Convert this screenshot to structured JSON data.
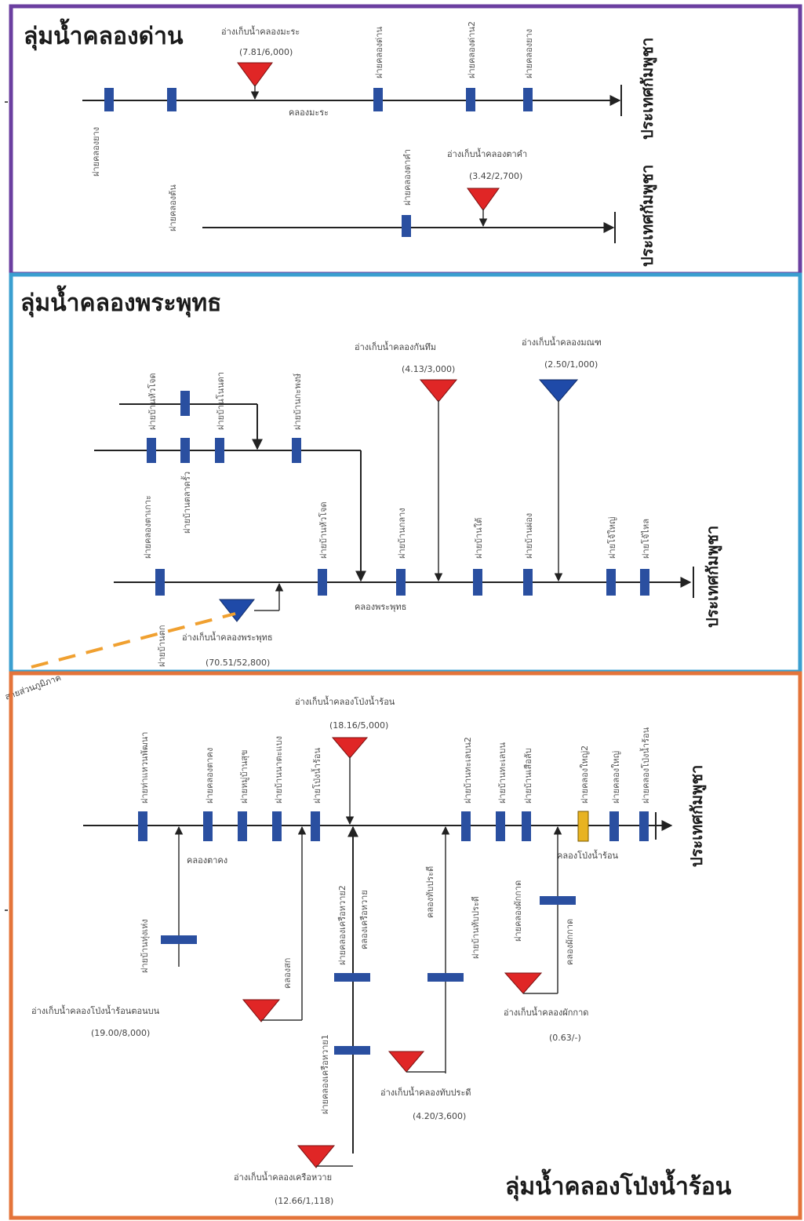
{
  "basins": {
    "dan": {
      "title": "ลุ่มน้ำคลองด่าน",
      "outlet_1": "ประเทศกัมพูชา",
      "outlet_2": "ประเทศกัมพูชา",
      "reservoir_1": {
        "name": "อ่างเก็บน้ำคลองมะระ",
        "capacity": "(7.81/6,000)"
      },
      "reservoir_2": {
        "name": "อ่างเก็บน้ำคลองตาคำ",
        "capacity": "(3.42/2,700)"
      },
      "canal_1": "คลองมะระ",
      "gates_top": [
        "ฝายคลองด่าน",
        "ฝายคลองด่าน2",
        "ฝายคลองยาง"
      ],
      "gates_bottom": [
        "ฝายคลองยาง",
        "ฝายคลองต้น",
        "ฝายคลองตาคำ"
      ]
    },
    "phraphut": {
      "title": "ลุ่มน้ำคลองพระพุทธ",
      "outlet": "ประเทศกัมพูชา",
      "reservoir_1": {
        "name": "อ่างเก็บน้ำคลองกันทึม",
        "capacity": "(4.13/3,000)"
      },
      "reservoir_2": {
        "name": "อ่างเก็บน้ำคลองมณฑ",
        "capacity": "(2.50/1,000)"
      },
      "reservoir_3": {
        "name": "อ่างเก็บน้ำคลองพระพุทธ",
        "capacity": "(70.51/52,800)"
      },
      "canal": "คลองพระพุทธ",
      "gates_upper": [
        "ฝายบ้านหัวโจด",
        "ฝายบ้านโนนดา",
        "ฝายบ้านกะพงษ์"
      ],
      "gates_mid": [
        "ฝายคลองตาเกาะ",
        "ฝายบ้านตลาดรั้ว"
      ],
      "gates_main": [
        "ฝายบ้านตก",
        "ฝายบ้านหัวโจด",
        "ฝายบ้านกลาง",
        "ฝายบ้านใต้",
        "ฝายบ้านผ่อง",
        "ฝายโจ้ใหญ่",
        "ฝายโจ้ไหล"
      ],
      "boundary_note": "สายส่วนภูมิภาค"
    },
    "pongnamron": {
      "title": "ลุ่มน้ำคลองโป่งน้ำร้อน",
      "outlet": "ประเทศกัมพูชา",
      "reservoir_1": {
        "name": "อ่างเก็บน้ำคลองโป่งน้ำร้อน",
        "capacity": "(18.16/5,000)"
      },
      "reservoir_2": {
        "name": "อ่างเก็บน้ำคลองโป่งน้ำร้อนตอนบน",
        "capacity": "(19.00/8,000)"
      },
      "reservoir_3": {
        "name": "อ่างเก็บน้ำคลองทับประดี",
        "capacity": "(4.20/3,600)"
      },
      "reservoir_4": {
        "name": "อ่างเก็บน้ำคลองผักกาด",
        "capacity": "(0.63/-)"
      },
      "reservoir_5": {
        "name": "อ่างเก็บน้ำคลองเครือหวาย",
        "capacity": "(12.66/1,118)"
      },
      "canal_main": "คลองโป่งน้ำร้อน",
      "canal_tha": "คลองตาคง",
      "canal_kreua": "คลองเครือหวาย",
      "canal_tap": "คลองทับประดี",
      "canal_phak": "คลองผักกาด",
      "canal_sok": "คลองสก",
      "gates_main": [
        "ฝายท่าแหวนพัฒนา",
        "ฝายคลองตาคง",
        "ฝายหมู่บ้านสุข",
        "ฝายบ้านนาตะแบง",
        "ฝายโป่งน้ำร้อน",
        "ฝายบ้านทะเลบน2",
        "ฝายบ้านทะเลบน",
        "ฝายบ้านเสือลับ",
        "ฝายคลองใหญ่2",
        "ฝายคลองใหญ่",
        "ฝายคลองโป่งน้ำร้อน"
      ],
      "gates_branch": [
        "ฝายบ้านทุ่งเห่ง",
        "ฝายคลองเครือหวาย2",
        "ฝายคลองเครือหวาย1",
        "ฝายบ้านทับประดี",
        "ฝายคลองผักกาด"
      ]
    }
  },
  "colors": {
    "dan_border": "#6b3fa0",
    "phraphut_border": "#3a9fd0",
    "pongnamron_border": "#e4743a",
    "gate": "#2a4fa0",
    "reservoir_red": "#e02626",
    "reservoir_blue": "#1f4aa8",
    "gate_highlight": "#e8b321",
    "boundary_dash": "#f0a030"
  }
}
